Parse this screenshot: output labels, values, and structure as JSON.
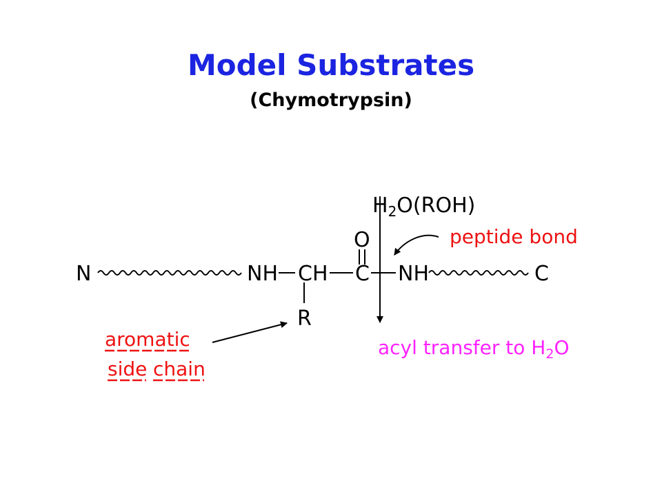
{
  "slide": {
    "title": "Model Substrates",
    "subtitle": "(Chymotrypsin)"
  },
  "diagram": {
    "n_terminus": "N",
    "c_terminus": "C",
    "amine_1": "NH",
    "alpha_carbon": "CH",
    "carbonyl_carbon": "C",
    "carbonyl_oxygen": "O",
    "amine_2": "NH",
    "side_group": "R",
    "nucleophile": {
      "h": "H",
      "sub": "2",
      "o": "O",
      "alt": "(ROH)"
    },
    "labels": {
      "peptide_bond": "peptide bond",
      "aromatic": "aromatic",
      "side": "side",
      "chain": "chain",
      "acyl_transfer": "acyl transfer to H",
      "acyl_sub": "2",
      "acyl_o": "O"
    },
    "colors": {
      "title": "#1b24e0",
      "red_label": "#ee1111",
      "magenta_label": "#ff22ff",
      "structure": "#000000"
    }
  }
}
